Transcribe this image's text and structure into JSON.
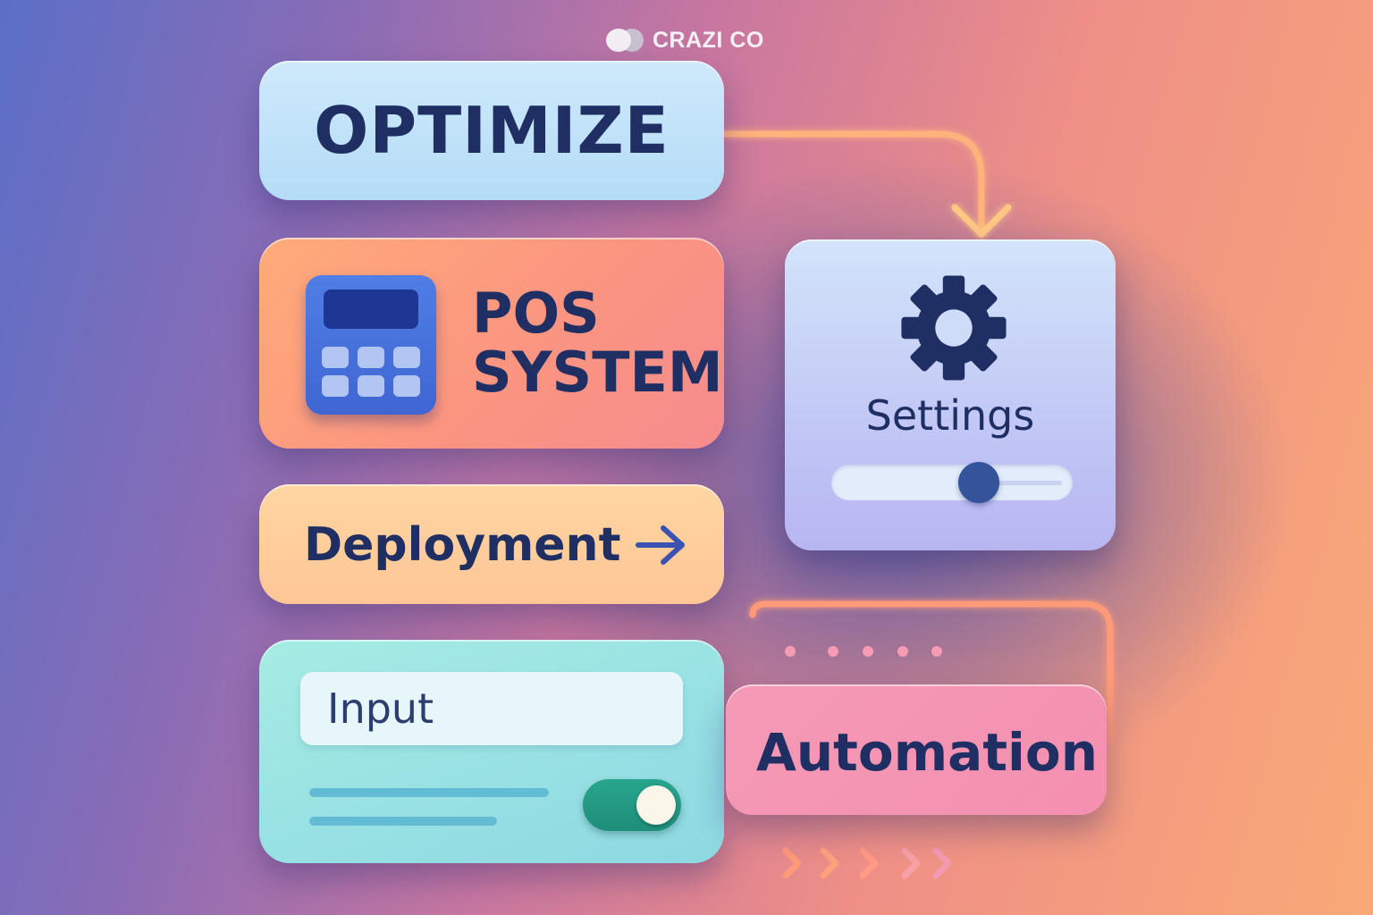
{
  "brand": {
    "name": "CRAZI CO"
  },
  "cards": {
    "optimize": {
      "label": "OPTIMIZE"
    },
    "pos": {
      "line1": "POS",
      "line2": "SYSTEM",
      "icon": "calculator-icon"
    },
    "deployment": {
      "label": "Deployment",
      "icon": "arrow-right-icon"
    },
    "input": {
      "placeholder": "Input",
      "toggle_on": true
    },
    "settings": {
      "label": "Settings",
      "icon": "gear-icon",
      "slider_value": 0.61
    },
    "automation": {
      "label": "Automation"
    }
  },
  "colors": {
    "text_dark": "#1f2f63",
    "optimize_bg": "#bfe2f9",
    "pos_bg": "#fb9a80",
    "deployment_bg": "#ffcc9c",
    "input_bg": "#9ae2e3",
    "settings_bg": "#c6cdf6",
    "automation_bg": "#f596b3",
    "connector": "#ffab7a"
  }
}
